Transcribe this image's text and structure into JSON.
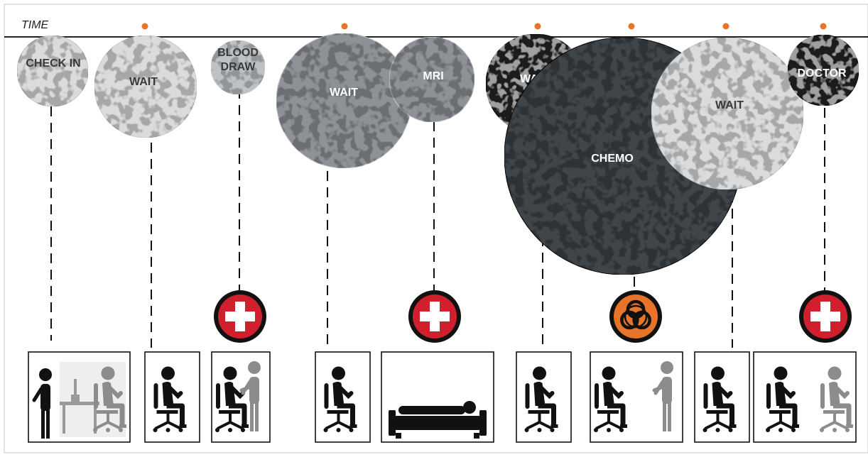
{
  "header": {
    "time_label": "TIME",
    "marker_color": "#e8742a"
  },
  "stages": [
    {
      "id": "check-in",
      "label": "CHECK IN",
      "color": "light"
    },
    {
      "id": "wait-1",
      "label": "WAIT",
      "color": "light"
    },
    {
      "id": "blood-draw",
      "label": "BLOOD DRAW",
      "color": "mid-light"
    },
    {
      "id": "wait-2",
      "label": "WAIT",
      "color": "mid"
    },
    {
      "id": "mri",
      "label": "MRI",
      "color": "mid"
    },
    {
      "id": "wait-3",
      "label": "WAIT",
      "color": "black"
    },
    {
      "id": "chemo",
      "label": "CHEMO",
      "color": "dark"
    },
    {
      "id": "wait-4",
      "label": "WAIT",
      "color": "light"
    },
    {
      "id": "doctor",
      "label": "DOCTOR",
      "color": "black"
    }
  ],
  "badges": [
    {
      "stage": "blood-draw",
      "icon": "medical-cross-icon"
    },
    {
      "stage": "mri",
      "icon": "medical-cross-icon"
    },
    {
      "stage": "chemo",
      "icon": "biohazard-icon"
    },
    {
      "stage": "doctor",
      "icon": "medical-cross-icon"
    }
  ],
  "scenes": [
    {
      "stage": "check-in",
      "icon": "person-at-desk-icon"
    },
    {
      "stage": "wait-1",
      "icon": "seated-person-icon"
    },
    {
      "stage": "blood-draw",
      "icon": "patient-with-staff-icon"
    },
    {
      "stage": "wait-2",
      "icon": "seated-person-icon"
    },
    {
      "stage": "mri",
      "icon": "lying-patient-icon"
    },
    {
      "stage": "wait-3",
      "icon": "seated-person-icon"
    },
    {
      "stage": "chemo",
      "icon": "patient-with-staff-icon"
    },
    {
      "stage": "wait-4",
      "icon": "seated-person-icon"
    },
    {
      "stage": "doctor",
      "icon": "patient-with-seated-doctor-icon"
    }
  ],
  "colors": {
    "light": "#d9dbdd",
    "mid-light": "#bfc2c5",
    "mid": "#8e9296",
    "dark": "#3f4548",
    "black": "#1a1a1a",
    "cross_red": "#d0202e",
    "biohazard_orange": "#e8742a",
    "staff_gray": "#8c8c8c"
  }
}
